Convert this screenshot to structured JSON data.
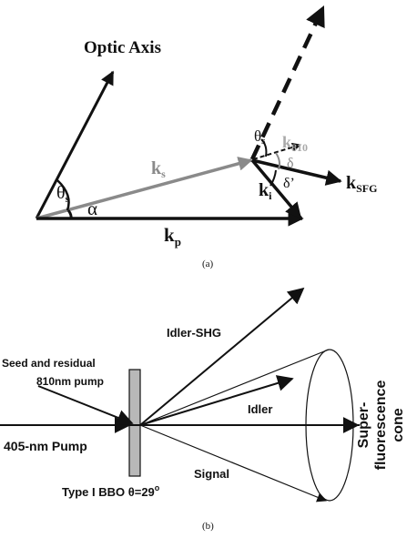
{
  "panel_a": {
    "optic_axis_label": "Optic Axis",
    "theta_s_left": "θ",
    "theta_s_left_sub": "s",
    "alpha": "α",
    "k_s": "k",
    "k_s_sub": "s",
    "k_p": "k",
    "k_p_sub": "p",
    "k_i": "k",
    "k_i_sub": "i",
    "theta_s_right": "θ",
    "theta_s_right_sub": "s",
    "k_810": "k",
    "k_810_sub": "810",
    "delta": "δ",
    "delta_prime": "δ’",
    "k_sfg": "k",
    "k_sfg_sub": "SFG",
    "caption": "(a)"
  },
  "panel_b": {
    "idler_shg": "Idler-SHG",
    "seed_line1": "Seed and residual",
    "seed_line2": "810nm pump",
    "idler": "Idler",
    "pump": "405-nm Pump",
    "signal": "Signal",
    "crystal_prefix": "Type I BBO θ=29",
    "crystal_sup": "o",
    "cone_line1": "Super-",
    "cone_line2": "fluorescence",
    "cone_line3": "cone",
    "caption": "(b)"
  },
  "colors": {
    "black": "#111111",
    "gray": "#8a8a8a",
    "light_gray": "#a9a9a9",
    "crystal_fill": "#b8b8b8"
  }
}
